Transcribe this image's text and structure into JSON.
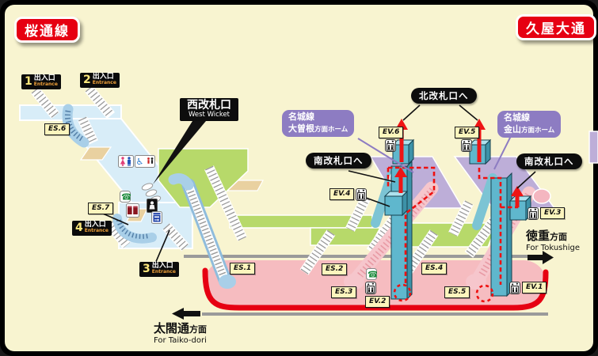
{
  "badges": {
    "line": "桜通線",
    "station": "久屋大通"
  },
  "gates": {
    "west_jp": "西改札口",
    "west_en": "West Wicket",
    "north": "北改札口へ",
    "south_left": "南改札口へ",
    "south_right": "南改札口へ"
  },
  "meijo_north": {
    "line": "名城線",
    "dest": "大曽根",
    "suffix": "方面ホーム"
  },
  "meijo_south": {
    "line": "名城線",
    "dest": "金山",
    "suffix": "方面ホーム"
  },
  "entrances": {
    "e1": {
      "n": "1",
      "jp": "出入口",
      "en": "Entrance"
    },
    "e2": {
      "n": "2",
      "jp": "出入口",
      "en": "Entrance"
    },
    "e3": {
      "n": "3",
      "jp": "出入口",
      "en": "Entrance"
    },
    "e4": {
      "n": "4",
      "jp": "出入口",
      "en": "Entrance"
    }
  },
  "labels": {
    "es1": "ES.1",
    "es2": "ES.2",
    "es3": "ES.3",
    "es4": "ES.4",
    "es5": "ES.5",
    "es6": "ES.6",
    "es7": "ES.7",
    "ev1": "EV.1",
    "ev2": "EV.2",
    "ev3": "EV.3",
    "ev4": "EV.4",
    "ev5": "EV.5",
    "ev6": "EV.6"
  },
  "directions": {
    "tokushige": {
      "main": "徳重",
      "suffix": "方面",
      "en": "For Tokushige"
    },
    "taiko": {
      "main": "太閤通",
      "suffix": "方面",
      "en": "For Taiko-dori"
    }
  },
  "icons": {
    "restroom": "restroom",
    "accessible_restroom": "accessible-restroom",
    "phone": "public-telephone",
    "ticket_machines": "ticket-machines",
    "station_office": "station-office",
    "fare_adjustment": "fare-adjustment-machine",
    "elevator": "elevator"
  },
  "colors": {
    "background": "#f8f4d0",
    "frame": "#000000",
    "line_red": "#e60012",
    "platform_pink": "#f6bcc0",
    "concourse_blue": "#d8edf8",
    "paid_green": "#b7d96a",
    "meijo_purple": "#bdaed8",
    "elevator_cyan": "#5fb7cd",
    "accent_tan": "#e9d1a0",
    "route_red_dashed": "#ee1010",
    "track_gray": "#9a9a9a"
  }
}
